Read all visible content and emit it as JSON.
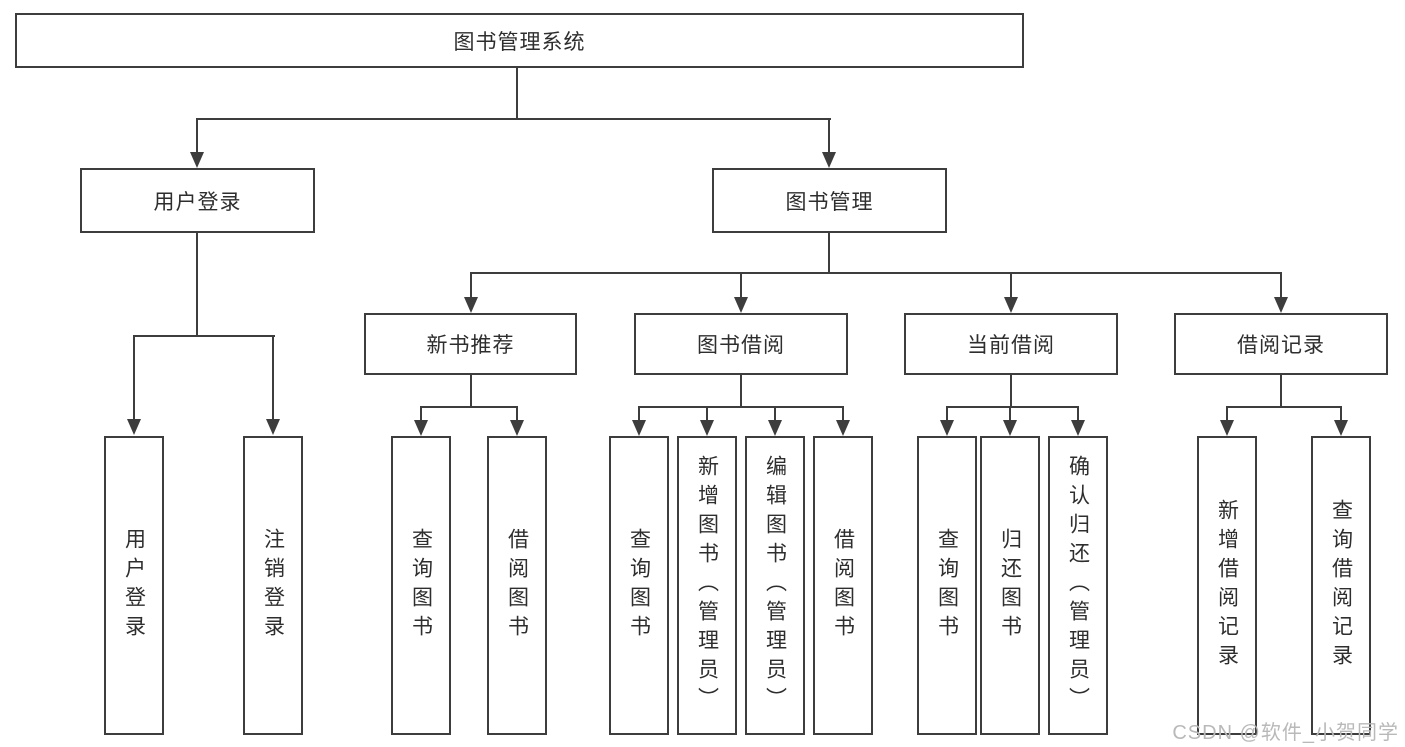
{
  "title": "图书管理系统",
  "tree": {
    "label": "图书管理系统",
    "children": [
      {
        "label": "用户登录",
        "children": [
          {
            "label": "用户登录"
          },
          {
            "label": "注销登录"
          }
        ]
      },
      {
        "label": "图书管理",
        "children": [
          {
            "label": "新书推荐",
            "children": [
              {
                "label": "查询图书"
              },
              {
                "label": "借阅图书"
              }
            ]
          },
          {
            "label": "图书借阅",
            "children": [
              {
                "label": "查询图书"
              },
              {
                "label": "新增图书（管理员）"
              },
              {
                "label": "编辑图书（管理员）"
              },
              {
                "label": "借阅图书"
              }
            ]
          },
          {
            "label": "当前借阅",
            "children": [
              {
                "label": "查询图书"
              },
              {
                "label": "归还图书"
              },
              {
                "label": "确认归还（管理员）"
              }
            ]
          },
          {
            "label": "借阅记录",
            "children": [
              {
                "label": "新增借阅记录"
              },
              {
                "label": "查询借阅记录"
              }
            ]
          }
        ]
      }
    ]
  },
  "watermark": {
    "text": "CSDN @软件_小贺同学"
  },
  "colors": {
    "line": "#3d3d3d",
    "box_border": "#3d3d3d",
    "text": "#2e2e2e",
    "background": "#ffffff",
    "watermark": "#b9b9b9"
  }
}
